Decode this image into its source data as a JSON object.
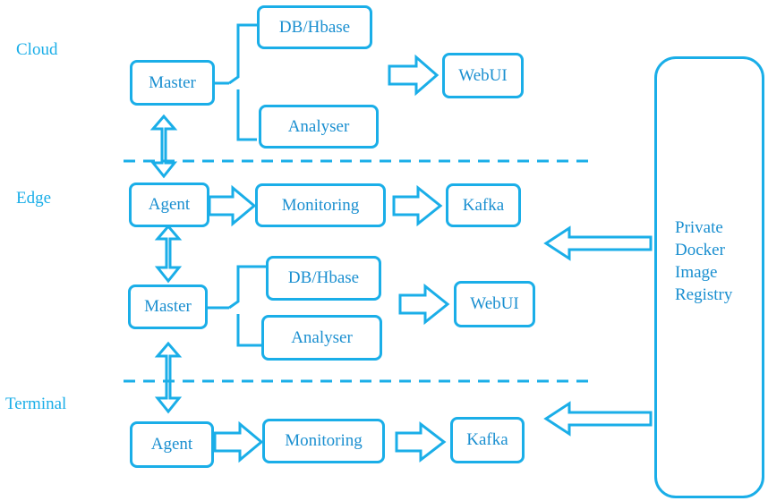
{
  "layers": {
    "cloud": "Cloud",
    "edge": "Edge",
    "terminal": "Terminal"
  },
  "cloud": {
    "master": "Master",
    "db": "DB/Hbase",
    "analyser": "Analyser",
    "webui": "WebUI"
  },
  "edge": {
    "agent": "Agent",
    "monitoring": "Monitoring",
    "kafka": "Kafka",
    "master": "Master",
    "db": "DB/Hbase",
    "analyser": "Analyser",
    "webui": "WebUI"
  },
  "terminal": {
    "agent": "Agent",
    "monitoring": "Monitoring",
    "kafka": "Kafka"
  },
  "registry": {
    "lines": [
      "Private",
      "Docker",
      "Image",
      "Registry"
    ]
  },
  "colors": {
    "accent": "#1aaee8",
    "text": "#1a8fd0"
  }
}
